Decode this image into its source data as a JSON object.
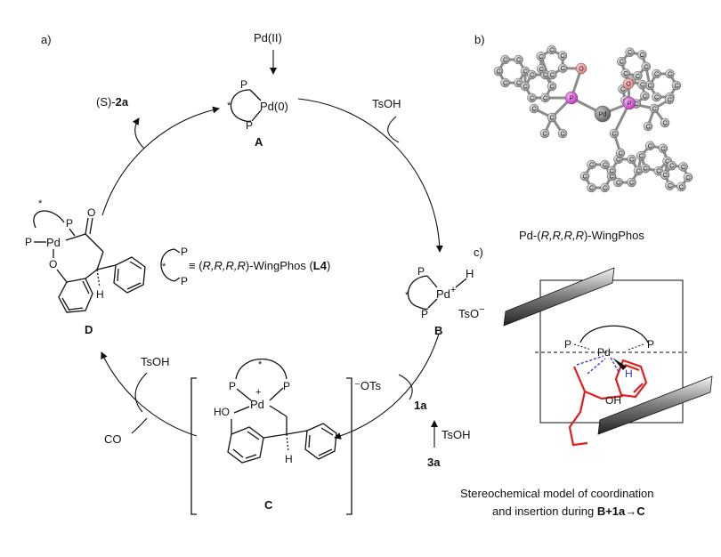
{
  "panel_labels": {
    "a": "a)",
    "b": "b)",
    "c": "c)"
  },
  "cycle": {
    "pd_ii": "Pd(II)",
    "tsoh": "TsOH",
    "s_prefix": "(S)-",
    "s_product": "2a",
    "co": "CO",
    "sub_1a": "1a",
    "sub_3a": "3a",
    "tsoh_3a": "TsOH",
    "tsoh_co": "TsOH"
  },
  "species": {
    "A": {
      "label": "A",
      "pd0": "Pd(0)",
      "p": "P",
      "star": "*"
    },
    "B": {
      "label": "B",
      "pd": "Pd",
      "plus": "+",
      "h": "H",
      "tso": "TsO",
      "minus": "−",
      "p": "P",
      "star": "*"
    },
    "C": {
      "label": "C",
      "pd": "Pd",
      "plus": "+",
      "ho": "HO",
      "h": "H",
      "counter": "⁻OTs",
      "p": "P",
      "star": "*"
    },
    "D": {
      "label": "D",
      "pd": "Pd",
      "o": "O",
      "carbonyl_o": "O",
      "h": "H",
      "p": "P",
      "star": "*"
    }
  },
  "ligand_legend": {
    "prefix": "≡ (",
    "config": "R,R,R,R",
    "suffix": ")-WingPhos (",
    "code": "L4",
    "close": ")",
    "p": "P",
    "star": "*"
  },
  "crystal": {
    "caption_prefix": "Pd-(",
    "caption_config": "R,R,R,R",
    "caption_suffix": ")-WingPhos",
    "atom_c": "C",
    "atom_p": "P",
    "atom_pd": "Pd",
    "atom_o": "O"
  },
  "model": {
    "pd": "Pd",
    "p": "P",
    "h": "H",
    "oh": "OH",
    "caption_line1": "Stereochemical model of coordination",
    "caption_line2_prefix": "and insertion during ",
    "caption_bold": "B+1a→C"
  },
  "colors": {
    "ink": "#111111",
    "red": "#e21d1d",
    "blue": "#2a34d8",
    "phosphorus": "#d33bd3",
    "oxygen": "#f08a8a",
    "carbon": "#9a9a9a",
    "palladium": "#6b6b6b"
  }
}
